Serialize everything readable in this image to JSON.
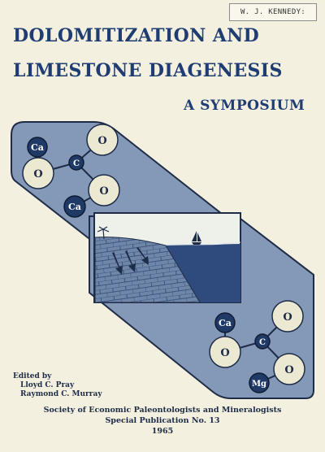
{
  "owner_stamp": "W. J. KENNEDY:",
  "title": {
    "line1": "DOLOMITIZATION AND",
    "line2": "LIMESTONE DIAGENESIS",
    "subtitle": "A SYMPOSIUM"
  },
  "molecule_top": {
    "cation": "Ca",
    "carbon": "C",
    "oxygen_left": "O",
    "oxygen_top": "O",
    "oxygen_right": "O",
    "cation_bottom": "Ca"
  },
  "molecule_bottom": {
    "cation_top": "Ca",
    "oxygen_left": "O",
    "carbon": "C",
    "oxygen_top": "O",
    "oxygen_right": "O",
    "cation_bottom": "Mg"
  },
  "editors": {
    "heading": "Edited by",
    "names": [
      "Lloyd C. Pray",
      "Raymond C. Murray"
    ]
  },
  "publisher": {
    "society": "Society of Economic Paleontologists and Mineralogists",
    "series": "Special Publication No. 13",
    "year": "1965"
  },
  "colors": {
    "title_blue": "#1f3d73",
    "panel_blue": "#8499b7",
    "atom_dark": "#1f3a66",
    "atom_light": "#ece9d2",
    "paper": "#f3f0df"
  }
}
